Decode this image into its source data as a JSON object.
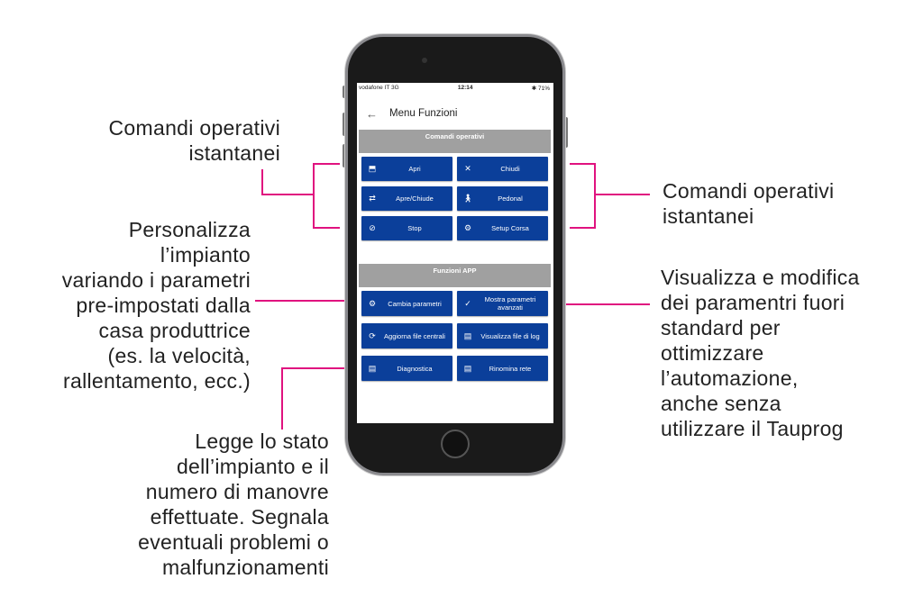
{
  "annotations": {
    "left_top": [
      "Comandi operativi",
      "istantanei"
    ],
    "right_top": [
      "Comandi operativi",
      "istantanei"
    ],
    "left_mid": [
      "Personalizza",
      "l’impianto",
      "variando i parametri",
      "pre-impostati dalla",
      "casa produttrice",
      "(es. la velocità,",
      "rallentamento, ecc.)"
    ],
    "right_mid": [
      "Visualizza e modifica",
      "dei paramentri fuori",
      "standard per",
      "ottimizzare",
      "l’automazione,",
      "anche senza",
      "utilizzare il Tauprog"
    ],
    "left_bottom": [
      "Legge lo stato",
      "dell’impianto e il",
      "numero di manovre",
      "effettuate. Segnala",
      "eventuali problemi o",
      "malfunzionamenti"
    ]
  },
  "status": {
    "carrier": "vodafone IT  3G",
    "time": "12:14",
    "battery": "✱ 71%"
  },
  "header": {
    "title": "Menu Funzioni"
  },
  "sections": [
    {
      "title": "Comandi operativi",
      "buttons": [
        {
          "label": "Apri",
          "icon": "open-icon"
        },
        {
          "label": "Chiudi",
          "icon": "close-icon"
        },
        {
          "label": "Apre/Chiude",
          "icon": "swap-icon"
        },
        {
          "label": "Pedonal",
          "icon": "pedestrian-icon"
        },
        {
          "label": "Stop",
          "icon": "stop-icon"
        },
        {
          "label": "Setup Corsa",
          "icon": "gear-icon"
        }
      ]
    },
    {
      "title": "Funzioni APP",
      "buttons": [
        {
          "label": "Cambia parametri",
          "icon": "gear-icon"
        },
        {
          "label": "Mostra parametri avanzati",
          "icon": "check-icon"
        },
        {
          "label": "Aggiorna file centrali",
          "icon": "sync-icon"
        },
        {
          "label": "Visualizza file di log",
          "icon": "document-icon"
        },
        {
          "label": "Diagnostica",
          "icon": "document-icon"
        },
        {
          "label": "Rinomina rete",
          "icon": "document-icon"
        }
      ]
    }
  ],
  "colors": {
    "accent": "#e0127f",
    "button": "#0b3f9a",
    "section": "#a0a0a0"
  }
}
